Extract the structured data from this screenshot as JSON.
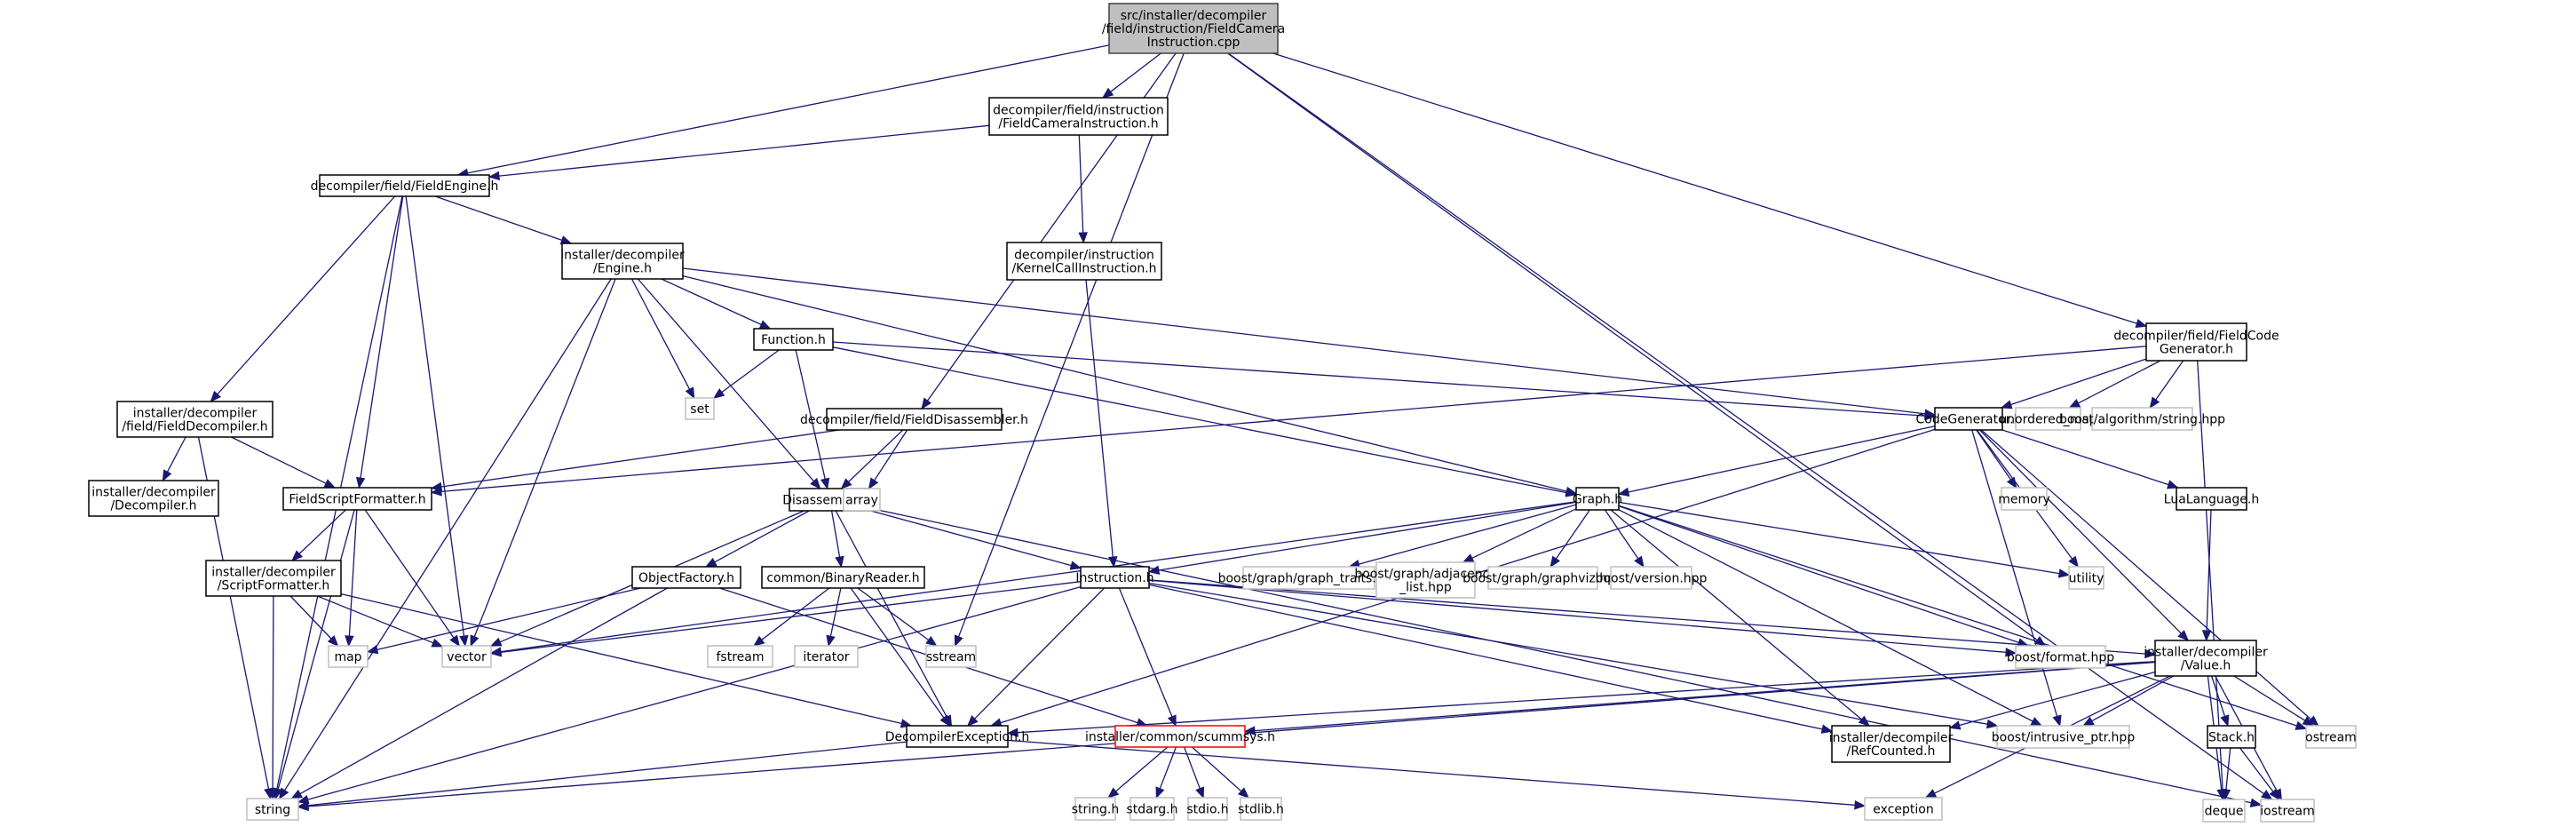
{
  "title": "Include dependency graph for FieldCameraInstruction.cpp",
  "colors": {
    "edge": "#191970",
    "root_fill": "#bfbfbf",
    "root_stroke": "#404040",
    "internal_stroke": "#000000",
    "external_stroke": "#bfbfbf",
    "missing_stroke": "#ff0000",
    "background": "#ffffff"
  },
  "nodes": [
    {
      "id": "root",
      "kind": "root",
      "lines": [
        "src/installer/decompiler",
        "/field/instruction/FieldCamera",
        "Instruction.cpp"
      ]
    },
    {
      "id": "fcih",
      "kind": "internal",
      "lines": [
        "decompiler/field/instruction",
        "/FieldCameraInstruction.h"
      ]
    },
    {
      "id": "fengine",
      "kind": "internal",
      "lines": [
        "decompiler/field/FieldEngine.h"
      ]
    },
    {
      "id": "kci",
      "kind": "internal",
      "lines": [
        "decompiler/instruction",
        "/KernelCallInstruction.h"
      ]
    },
    {
      "id": "engine",
      "kind": "internal",
      "lines": [
        "installer/decompiler",
        "/Engine.h"
      ]
    },
    {
      "id": "fcg",
      "kind": "internal",
      "lines": [
        "decompiler/field/FieldCode",
        "Generator.h"
      ]
    },
    {
      "id": "function",
      "kind": "internal",
      "lines": [
        "Function.h"
      ]
    },
    {
      "id": "fdecomp",
      "kind": "internal",
      "lines": [
        "installer/decompiler",
        "/field/FieldDecompiler.h"
      ]
    },
    {
      "id": "set",
      "kind": "external",
      "lines": [
        "set"
      ]
    },
    {
      "id": "fdisasm",
      "kind": "internal",
      "lines": [
        "decompiler/field/FieldDisassembler.h"
      ]
    },
    {
      "id": "codegen",
      "kind": "internal",
      "lines": [
        "CodeGenerator.h"
      ]
    },
    {
      "id": "unordered_map",
      "kind": "external",
      "lines": [
        "unordered_map"
      ]
    },
    {
      "id": "boost_algo",
      "kind": "external",
      "lines": [
        "boost/algorithm/string.hpp"
      ]
    },
    {
      "id": "decompiler",
      "kind": "internal",
      "lines": [
        "installer/decompiler",
        "/Decompiler.h"
      ]
    },
    {
      "id": "fsf",
      "kind": "internal",
      "lines": [
        "FieldScriptFormatter.h"
      ]
    },
    {
      "id": "disasm",
      "kind": "internal",
      "lines": [
        "Disassembler.h"
      ]
    },
    {
      "id": "array",
      "kind": "external",
      "lines": [
        "array"
      ]
    },
    {
      "id": "graph",
      "kind": "internal",
      "lines": [
        "Graph.h"
      ]
    },
    {
      "id": "memory",
      "kind": "external",
      "lines": [
        "memory"
      ]
    },
    {
      "id": "lua",
      "kind": "internal",
      "lines": [
        "LuaLanguage.h"
      ]
    },
    {
      "id": "sf",
      "kind": "internal",
      "lines": [
        "installer/decompiler",
        "/ScriptFormatter.h"
      ]
    },
    {
      "id": "objfactory",
      "kind": "internal",
      "lines": [
        "ObjectFactory.h"
      ]
    },
    {
      "id": "binreader",
      "kind": "internal",
      "lines": [
        "common/BinaryReader.h"
      ]
    },
    {
      "id": "instruction",
      "kind": "internal",
      "lines": [
        "Instruction.h"
      ]
    },
    {
      "id": "graph_traits",
      "kind": "external",
      "lines": [
        "boost/graph/graph_traits.hpp"
      ]
    },
    {
      "id": "adjacency",
      "kind": "external",
      "lines": [
        "boost/graph/adjacency",
        "_list.hpp"
      ]
    },
    {
      "id": "graphviz",
      "kind": "external",
      "lines": [
        "boost/graph/graphviz.hpp"
      ]
    },
    {
      "id": "bversion",
      "kind": "external",
      "lines": [
        "boost/version.hpp"
      ]
    },
    {
      "id": "utility",
      "kind": "external",
      "lines": [
        "utility"
      ]
    },
    {
      "id": "map",
      "kind": "external",
      "lines": [
        "map"
      ]
    },
    {
      "id": "vector",
      "kind": "external",
      "lines": [
        "vector"
      ]
    },
    {
      "id": "fstream",
      "kind": "external",
      "lines": [
        "fstream"
      ]
    },
    {
      "id": "iterator",
      "kind": "external",
      "lines": [
        "iterator"
      ]
    },
    {
      "id": "sstream",
      "kind": "external",
      "lines": [
        "sstream"
      ]
    },
    {
      "id": "bformat",
      "kind": "external",
      "lines": [
        "boost/format.hpp"
      ]
    },
    {
      "id": "value",
      "kind": "internal",
      "lines": [
        "installer/decompiler",
        "/Value.h"
      ]
    },
    {
      "id": "decompexc",
      "kind": "internal",
      "lines": [
        "DecompilerException.h"
      ]
    },
    {
      "id": "scummsys",
      "kind": "missing",
      "lines": [
        "installer/common/scummsys.h"
      ]
    },
    {
      "id": "refcounted",
      "kind": "internal",
      "lines": [
        "installer/decompiler",
        "/RefCounted.h"
      ]
    },
    {
      "id": "intrusive",
      "kind": "external",
      "lines": [
        "boost/intrusive_ptr.hpp"
      ]
    },
    {
      "id": "stack",
      "kind": "internal",
      "lines": [
        "Stack.h"
      ]
    },
    {
      "id": "ostream",
      "kind": "external",
      "lines": [
        "ostream"
      ]
    },
    {
      "id": "string",
      "kind": "external",
      "lines": [
        "string"
      ]
    },
    {
      "id": "string_h",
      "kind": "external",
      "lines": [
        "string.h"
      ]
    },
    {
      "id": "stdarg",
      "kind": "external",
      "lines": [
        "stdarg.h"
      ]
    },
    {
      "id": "stdio",
      "kind": "external",
      "lines": [
        "stdio.h"
      ]
    },
    {
      "id": "stdlib",
      "kind": "external",
      "lines": [
        "stdlib.h"
      ]
    },
    {
      "id": "exception",
      "kind": "external",
      "lines": [
        "exception"
      ]
    },
    {
      "id": "deque",
      "kind": "external",
      "lines": [
        "deque"
      ]
    },
    {
      "id": "iostream",
      "kind": "external",
      "lines": [
        "iostream"
      ]
    }
  ],
  "edges": [
    [
      "root",
      "fcih"
    ],
    [
      "root",
      "fengine"
    ],
    [
      "root",
      "fdisasm"
    ],
    [
      "root",
      "sstream"
    ],
    [
      "root",
      "bformat"
    ],
    [
      "root",
      "fcg"
    ],
    [
      "root",
      "iostream"
    ],
    [
      "fcih",
      "fengine"
    ],
    [
      "fcih",
      "kci"
    ],
    [
      "fengine",
      "engine"
    ],
    [
      "fengine",
      "fdecomp"
    ],
    [
      "fengine",
      "fsf"
    ],
    [
      "fengine",
      "vector"
    ],
    [
      "fengine",
      "string"
    ],
    [
      "kci",
      "instruction"
    ],
    [
      "engine",
      "function"
    ],
    [
      "engine",
      "set"
    ],
    [
      "engine",
      "disasm"
    ],
    [
      "engine",
      "codegen"
    ],
    [
      "engine",
      "graph"
    ],
    [
      "engine",
      "vector"
    ],
    [
      "engine",
      "string"
    ],
    [
      "fcg",
      "codegen"
    ],
    [
      "fcg",
      "unordered_map"
    ],
    [
      "fcg",
      "boost_algo"
    ],
    [
      "fcg",
      "fsf"
    ],
    [
      "fcg",
      "deque"
    ],
    [
      "function",
      "set"
    ],
    [
      "function",
      "disasm"
    ],
    [
      "function",
      "codegen"
    ],
    [
      "function",
      "graph"
    ],
    [
      "fdecomp",
      "decompiler"
    ],
    [
      "fdecomp",
      "fsf"
    ],
    [
      "fdecomp",
      "string"
    ],
    [
      "fdisasm",
      "disasm"
    ],
    [
      "fdisasm",
      "array"
    ],
    [
      "fdisasm",
      "fsf"
    ],
    [
      "codegen",
      "graph"
    ],
    [
      "codegen",
      "memory"
    ],
    [
      "codegen",
      "utility"
    ],
    [
      "codegen",
      "lua"
    ],
    [
      "codegen",
      "value"
    ],
    [
      "codegen",
      "ostream"
    ],
    [
      "codegen",
      "intrusive"
    ],
    [
      "codegen",
      "decompexc"
    ],
    [
      "fsf",
      "sf"
    ],
    [
      "fsf",
      "map"
    ],
    [
      "fsf",
      "vector"
    ],
    [
      "fsf",
      "string"
    ],
    [
      "disasm",
      "objfactory"
    ],
    [
      "disasm",
      "binreader"
    ],
    [
      "disasm",
      "instruction"
    ],
    [
      "disasm",
      "decompexc"
    ],
    [
      "disasm",
      "vector"
    ],
    [
      "disasm",
      "iostream"
    ],
    [
      "graph",
      "graph_traits"
    ],
    [
      "graph",
      "adjacency"
    ],
    [
      "graph",
      "graphviz"
    ],
    [
      "graph",
      "bversion"
    ],
    [
      "graph",
      "utility"
    ],
    [
      "graph",
      "instruction"
    ],
    [
      "graph",
      "bformat"
    ],
    [
      "graph",
      "refcounted"
    ],
    [
      "graph",
      "intrusive"
    ],
    [
      "graph",
      "vector"
    ],
    [
      "graph",
      "ostream"
    ],
    [
      "lua",
      "value"
    ],
    [
      "sf",
      "map"
    ],
    [
      "sf",
      "vector"
    ],
    [
      "sf",
      "string"
    ],
    [
      "sf",
      "decompexc"
    ],
    [
      "objfactory",
      "map"
    ],
    [
      "objfactory",
      "string"
    ],
    [
      "objfactory",
      "scummsys"
    ],
    [
      "binreader",
      "fstream"
    ],
    [
      "binreader",
      "iterator"
    ],
    [
      "binreader",
      "sstream"
    ],
    [
      "binreader",
      "decompexc"
    ],
    [
      "instruction",
      "vector"
    ],
    [
      "instruction",
      "decompexc"
    ],
    [
      "instruction",
      "scummsys"
    ],
    [
      "instruction",
      "value"
    ],
    [
      "instruction",
      "bformat"
    ],
    [
      "instruction",
      "refcounted"
    ],
    [
      "instruction",
      "intrusive"
    ],
    [
      "instruction",
      "string"
    ],
    [
      "value",
      "decompexc"
    ],
    [
      "value",
      "scummsys"
    ],
    [
      "value",
      "refcounted"
    ],
    [
      "value",
      "intrusive"
    ],
    [
      "value",
      "stack"
    ],
    [
      "value",
      "ostream"
    ],
    [
      "value",
      "deque"
    ],
    [
      "value",
      "iostream"
    ],
    [
      "value",
      "exception"
    ],
    [
      "value",
      "string"
    ],
    [
      "decompexc",
      "string"
    ],
    [
      "decompexc",
      "exception"
    ],
    [
      "scummsys",
      "string_h"
    ],
    [
      "scummsys",
      "stdarg"
    ],
    [
      "scummsys",
      "stdio"
    ],
    [
      "scummsys",
      "stdlib"
    ],
    [
      "stack",
      "deque"
    ],
    [
      "stack",
      "iostream"
    ]
  ]
}
